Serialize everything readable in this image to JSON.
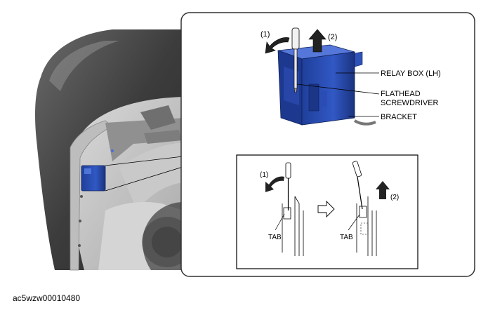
{
  "callouts": {
    "step1": "(1)",
    "step2": "(2)",
    "relay_box": "RELAY BOX (LH)",
    "screwdriver_line1": "FLATHEAD",
    "screwdriver_line2": "SCREWDRIVER",
    "bracket": "BRACKET"
  },
  "detail": {
    "step1": "(1)",
    "step2": "(2)",
    "tab_left": "TAB",
    "tab_right": "TAB"
  },
  "figure_id": "ac5wzw00010480",
  "colors": {
    "relay_box": "#2a4fb0",
    "relay_box_dark": "#17307a",
    "fender": "#3a3a3a",
    "panel_border": "#333333"
  }
}
